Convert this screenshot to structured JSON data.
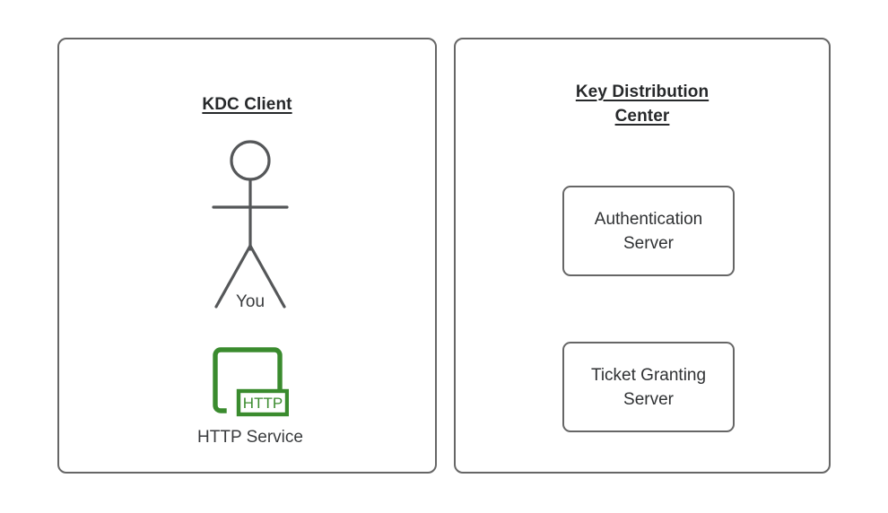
{
  "diagram": {
    "background_color": "#ffffff",
    "stroke_color": "#666666",
    "text_color": "#2f3133",
    "accent_green": "#3a8b2e"
  },
  "panels": [
    {
      "id": "kdc-client",
      "title": "KDC Client",
      "nodes": [
        {
          "id": "you",
          "type": "actor",
          "label": "You"
        },
        {
          "id": "http-service",
          "type": "service-icon",
          "label": "HTTP Service",
          "badge": "HTTP"
        }
      ]
    },
    {
      "id": "key-distribution-center",
      "title_line1": "Key Distribution",
      "title_line2": "Center",
      "nodes": [
        {
          "id": "authentication-server",
          "type": "box",
          "line1": "Authentication",
          "line2": "Server"
        },
        {
          "id": "ticket-granting-server",
          "type": "box",
          "line1": "Ticket Granting",
          "line2": "Server"
        }
      ]
    }
  ]
}
